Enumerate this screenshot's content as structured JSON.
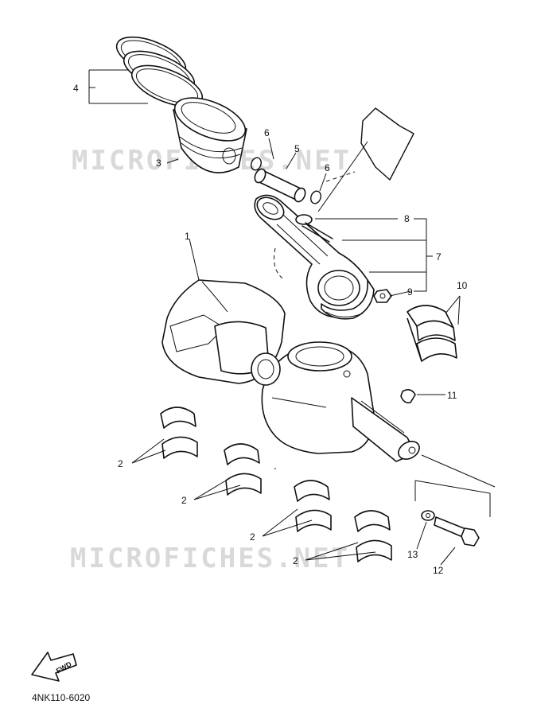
{
  "diagram": {
    "reference_code": "4NK110-6020",
    "watermark_top": "MICROFICHES.NET",
    "watermark_bottom": "MICROFICHES.NET",
    "fwd_label": "FWD"
  },
  "callouts": {
    "n1": "1",
    "n2a": "2",
    "n2b": "2",
    "n2c": "2",
    "n2d": "2",
    "n3": "3",
    "n4": "4",
    "n5": "5",
    "n6a": "6",
    "n6b": "6",
    "n7": "7",
    "n8": "8",
    "n9": "9",
    "n10": "10",
    "n11": "11",
    "n12": "12",
    "n13": "13"
  },
  "icons": {
    "fwd_arrow": "fwd-arrow-icon"
  }
}
